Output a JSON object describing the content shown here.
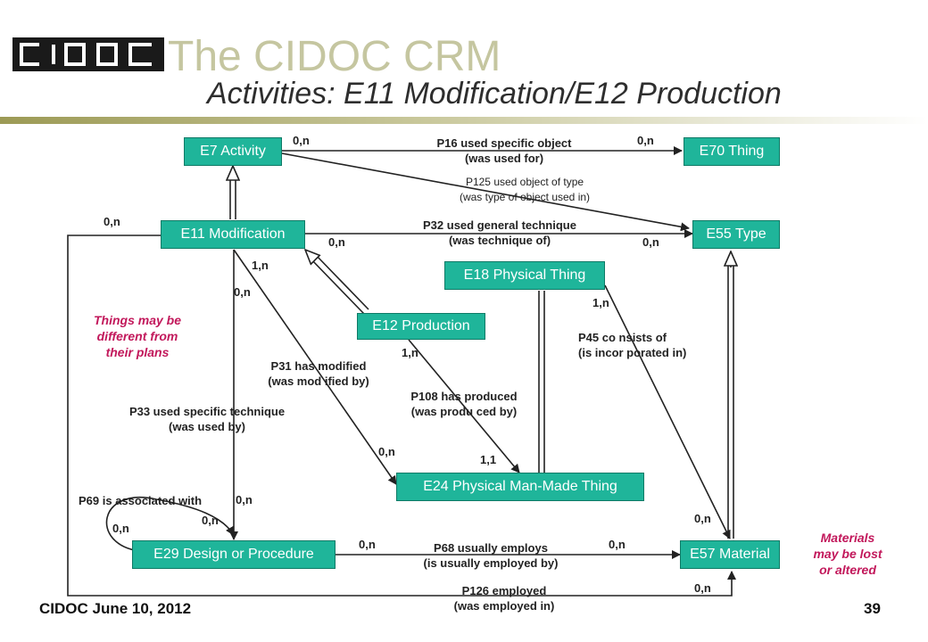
{
  "header": {
    "logo_text": "CIDOC",
    "title": "The CIDOC CRM",
    "subtitle": "Activities: E11 Modification/E12 Production"
  },
  "entities": {
    "e7": "E7 Activity",
    "e70": "E70 Thing",
    "e11": "E11 Modification",
    "e55": "E55 Type",
    "e18": "E18 Physical Thing",
    "e12": "E12 Production",
    "e24": "E24 Physical Man-Made Thing",
    "e29": "E29 Design or Procedure",
    "e57": "E57 Material"
  },
  "properties": {
    "p16_a": "P16 used specific object",
    "p16_b": "(was used for)",
    "p125_a": "P125 used object of type",
    "p125_b": "(was type of object used in)",
    "p32_a": "P32 used general technique",
    "p32_b": "(was technique of)",
    "p45_a": "P45 co  nsists of",
    "p45_b": "(is incor  porated in)",
    "p31_a": "P31 has  modified",
    "p31_b": "(was mod   ified  by)",
    "p108_a": "P108 has  produced",
    "p108_b": "(was produ  ced by)",
    "p33_a": "P33 used specific technique",
    "p33_b": "(was used by)",
    "p69": "P69 is associated with",
    "p68_a": "P68 usually employs",
    "p68_b": "(is usually employed by)",
    "p126_a": "P126 employed",
    "p126_b": "(was employed in)"
  },
  "cardinalities": {
    "c1": "0,n",
    "c2": "0,n",
    "c3": "0,n",
    "c4": "0,n",
    "c5": "0,n",
    "c6": "1,n",
    "c7": "0,n",
    "c8": "1,n",
    "c9": "1,n",
    "c10": "0,n",
    "c11": "1,1",
    "c12": "0,n",
    "c13": "0,n",
    "c14": "0,n",
    "c15": "0,n",
    "c16": "0,n",
    "c17": "0,n",
    "c18": "0,n"
  },
  "notes": {
    "plans": [
      "Things may be",
      "different from",
      "their plans"
    ],
    "materials": [
      "Materials",
      "may be lost",
      "or altered"
    ]
  },
  "footer": {
    "left": "CIDOC June 10, 2012",
    "page": "39"
  },
  "colors": {
    "box_fill": "#1fb59a",
    "note_text": "#c2185b",
    "title": "#c5c6a0"
  }
}
